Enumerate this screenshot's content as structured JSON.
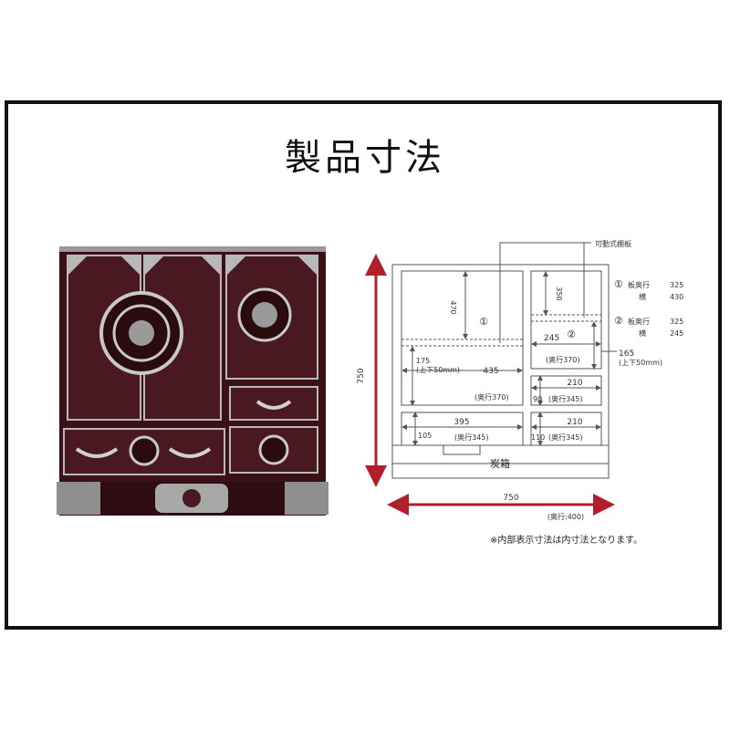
{
  "title": "製品寸法",
  "colors": {
    "red_arrow": "#b01f2a",
    "wood": "#3b1116",
    "silver": "#b8b8b8",
    "line": "#555555"
  },
  "diagram": {
    "movable_shelf_label": "可動式棚板",
    "height_dim": "750",
    "width_dim": "750",
    "depth_note": "(奥行:400)",
    "charcoal_box": "炭箱",
    "compartment_1": "①",
    "compartment_2": "②",
    "dim_470": "470",
    "dim_350": "350",
    "dim_175": "175",
    "shelf_range_left": "(上下50mm)",
    "dim_435": "435",
    "depth_370_left": "(奥行370)",
    "dim_245": "245",
    "depth_370_right": "(奥行370)",
    "dim_165": "165",
    "shelf_range_right": "(上下50mm)",
    "dim_210_a": "210",
    "dim_90": "90",
    "depth_345_a": "(奥行345)",
    "dim_395": "395",
    "dim_105": "105",
    "depth_345_b": "(奥行345)",
    "dim_210_b": "210",
    "dim_110": "110",
    "depth_345_c": "(奥行345)"
  },
  "specs": [
    {
      "marker": "①",
      "rows": [
        {
          "label": "板奥行",
          "value": "325"
        },
        {
          "label": "横",
          "value": "430"
        }
      ]
    },
    {
      "marker": "②",
      "rows": [
        {
          "label": "板奥行",
          "value": "325"
        },
        {
          "label": "横",
          "value": "245"
        }
      ]
    }
  ],
  "note": "※内部表示寸法は内寸法となります。"
}
